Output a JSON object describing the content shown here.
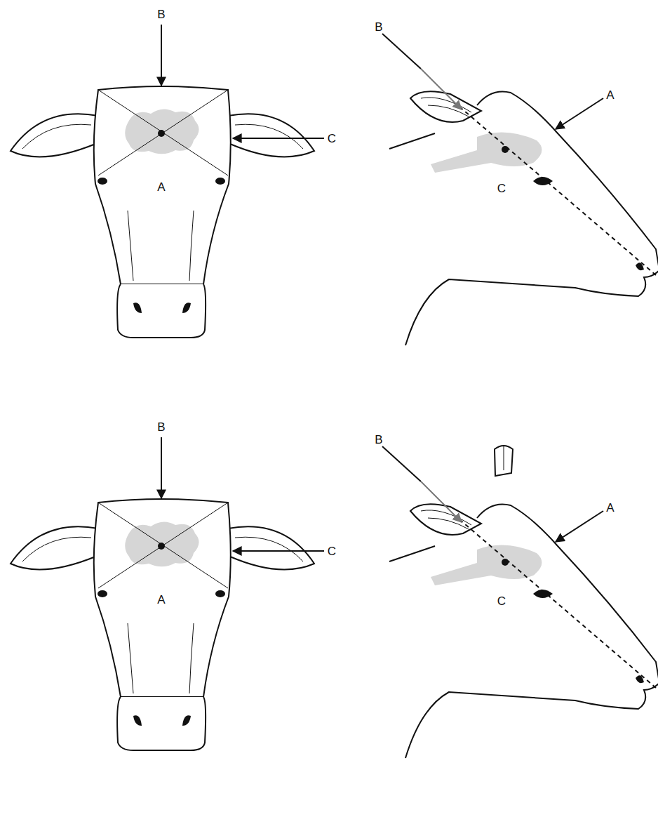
{
  "diagram": {
    "labels": [
      "B",
      "C",
      "A",
      "B",
      "A",
      "C",
      "B",
      "C",
      "A",
      "B",
      "A",
      "C"
    ]
  }
}
